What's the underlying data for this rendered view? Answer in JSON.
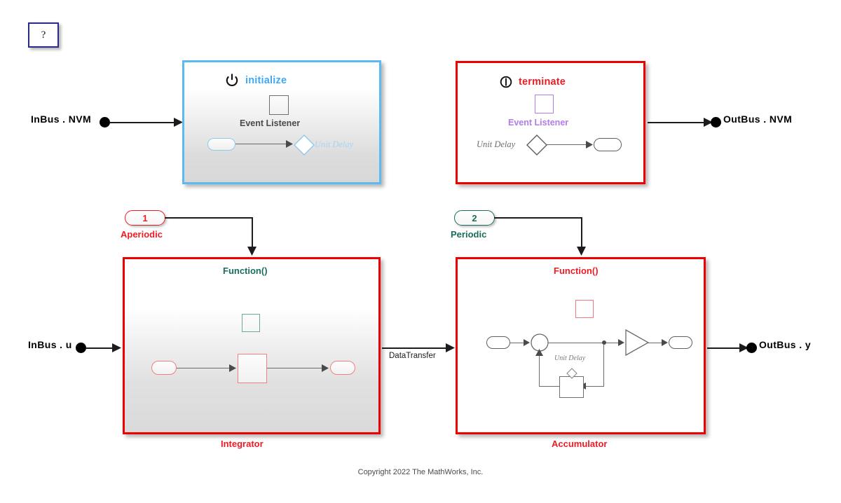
{
  "page": {
    "copyright": "Copyright 2022 The MathWorks, Inc.",
    "help_label": "?",
    "colors": {
      "initialize_blue": "#3fa9f5",
      "terminate_red": "#ed1c24",
      "block_border_red": "#ef0000",
      "function_teal": "#186e5a",
      "event_listener_purple": "#b07de8",
      "wire_black": "#1c1c1c"
    }
  },
  "signals": {
    "in_nvm": "InBus . NVM",
    "out_nvm": "OutBus . NVM",
    "in_u": "InBus . u",
    "out_y": "OutBus . y",
    "data_transfer": "DataTransfer"
  },
  "blocks": {
    "initialize": {
      "title": "initialize",
      "icon": "power-icon",
      "listener_label": "Event Listener",
      "unit_delay_label": "Unit Delay"
    },
    "terminate": {
      "title": "terminate",
      "icon": "terminate-icon",
      "listener_label": "Event Listener",
      "unit_delay_label": "Unit Delay"
    },
    "integrator": {
      "function_label": "Function()",
      "name": "Integrator"
    },
    "accumulator": {
      "function_label": "Function()",
      "name": "Accumulator",
      "unit_delay_label": "Unit Delay"
    }
  },
  "trigger_ports": [
    {
      "number": "1",
      "label": "Aperiodic"
    },
    {
      "number": "2",
      "label": "Periodic"
    }
  ]
}
